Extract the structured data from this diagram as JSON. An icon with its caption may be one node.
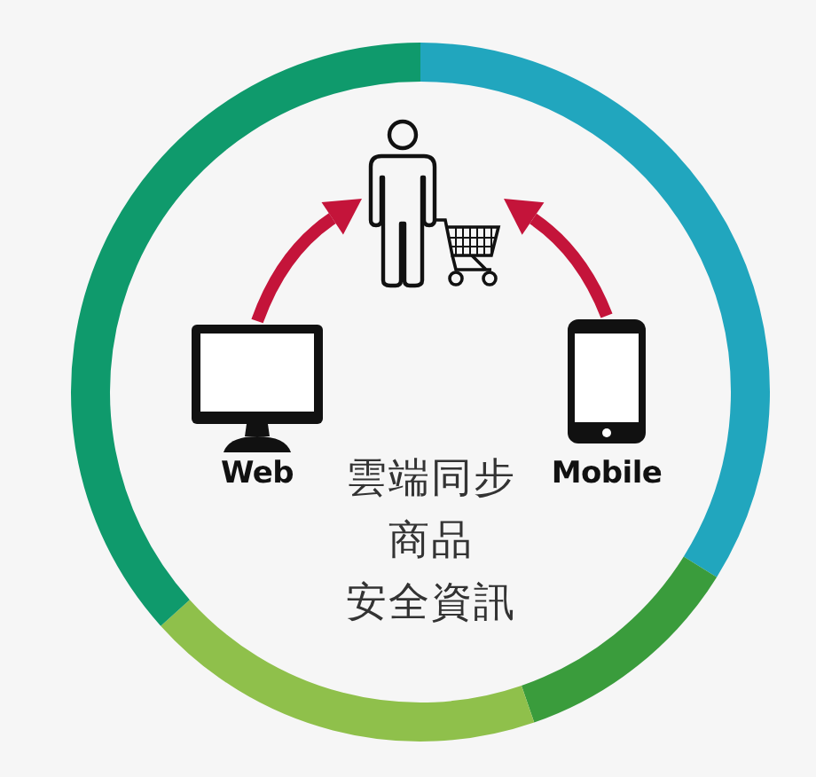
{
  "diagram": {
    "nodes": [
      {
        "text": [],
        "shape": "picture"
      },
      {
        "text": [],
        "shape": "picture",
        "beside": [
          "Web"
        ]
      },
      {
        "text": [],
        "shape": "picture",
        "beside": [
          "Mobile"
        ]
      }
    ],
    "edges": [
      {
        "from": 1,
        "to": 0,
        "arrow": "to"
      },
      {
        "from": 2,
        "to": 0,
        "arrow": "to"
      }
    ],
    "labels": [
      "雲端同步",
      "商品",
      "安全資訊"
    ]
  }
}
